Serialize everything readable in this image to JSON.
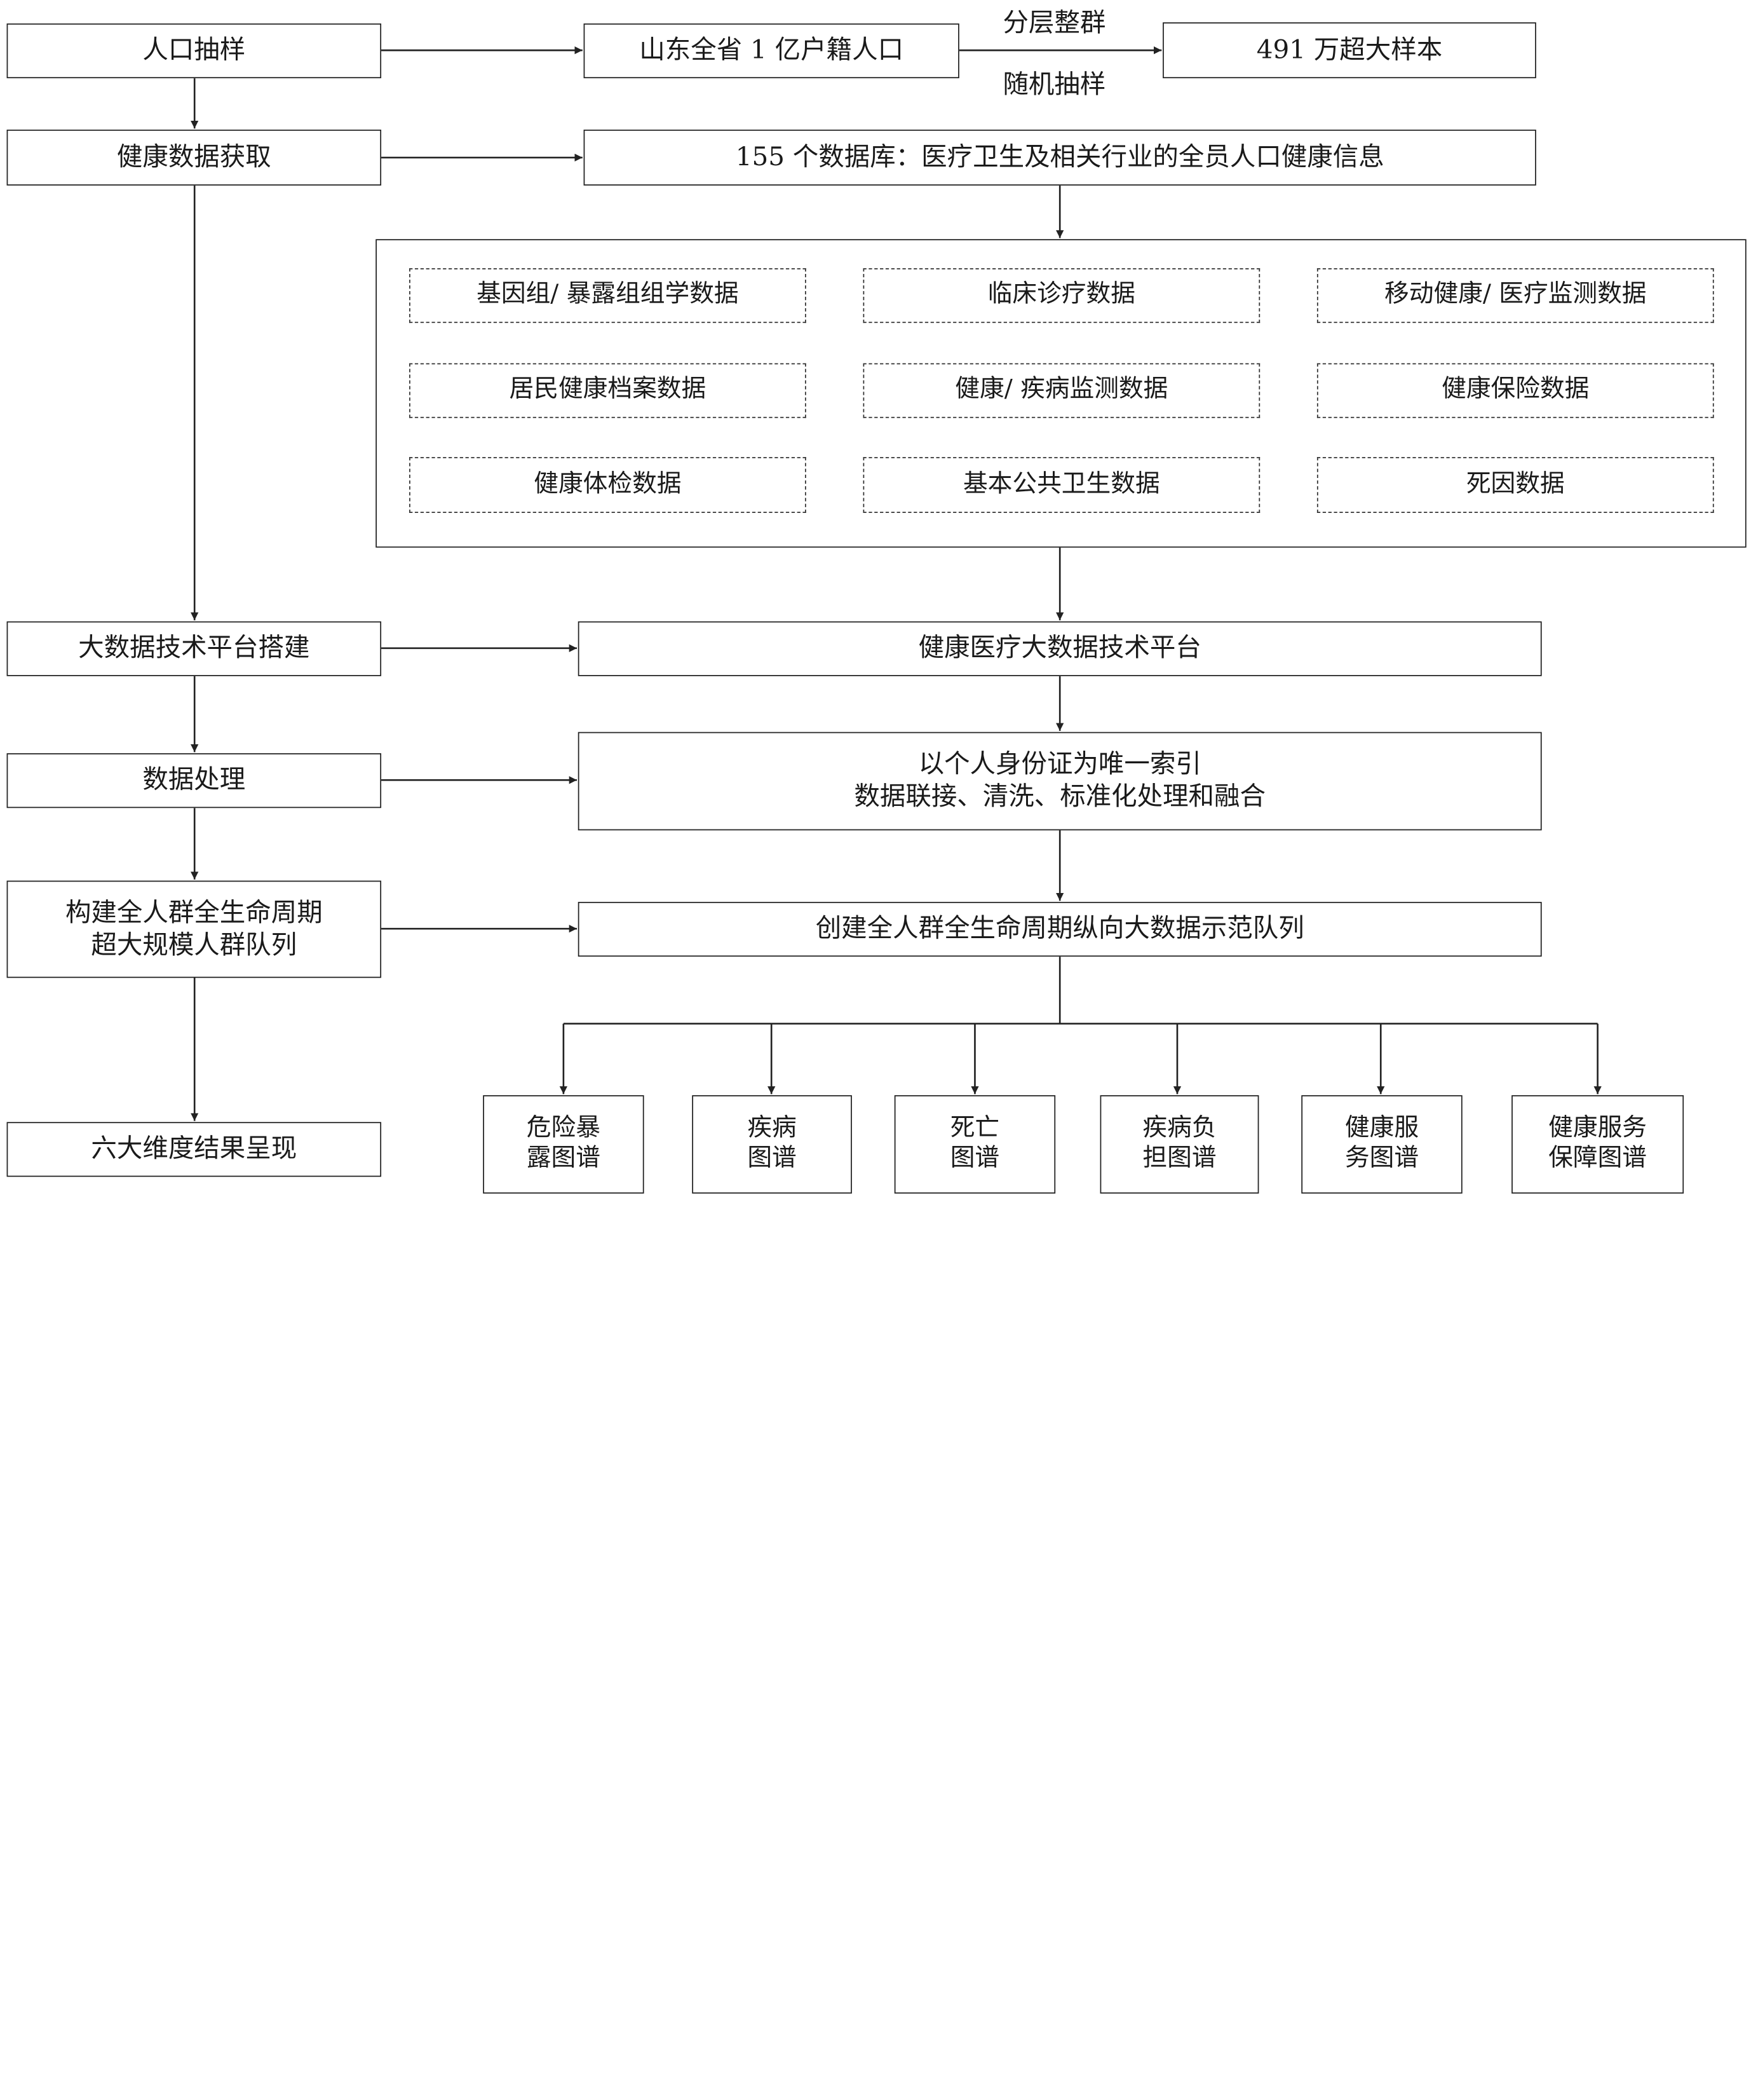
{
  "left_column": {
    "sampling": "人口抽样",
    "acquisition": "健康数据获取",
    "platform_build": "大数据技术平台搭建",
    "processing": "数据处理",
    "cohort_build": [
      "构建全人群全生命周期",
      "超大规模人群队列"
    ],
    "results": "六大维度结果呈现"
  },
  "sampling_flow": {
    "population": "山东全省 1 亿户籍人口",
    "method_top": "分层整群",
    "method_bottom": "随机抽样",
    "sample": "491 万超大样本"
  },
  "databases": {
    "title": "155 个数据库：医疗卫生及相关行业的全员人口健康信息",
    "sources": [
      "基因组/ 暴露组组学数据",
      "临床诊疗数据",
      "移动健康/ 医疗监测数据",
      "居民健康档案数据",
      "健康/ 疾病监测数据",
      "健康保险数据",
      "健康体检数据",
      "基本公共卫生数据",
      "死因数据"
    ]
  },
  "platform": "健康医疗大数据技术平台",
  "processing_detail": [
    "以个人身份证为唯一索引",
    "数据联接、清洗、标准化处理和融合"
  ],
  "cohort": "创建全人群全生命周期纵向大数据示范队列",
  "atlases": [
    [
      "危险暴",
      "露图谱"
    ],
    [
      "疾病",
      "图谱"
    ],
    [
      "死亡",
      "图谱"
    ],
    [
      "疾病负",
      "担图谱"
    ],
    [
      "健康服",
      "务图谱"
    ],
    [
      "健康服务",
      "保障图谱"
    ]
  ]
}
